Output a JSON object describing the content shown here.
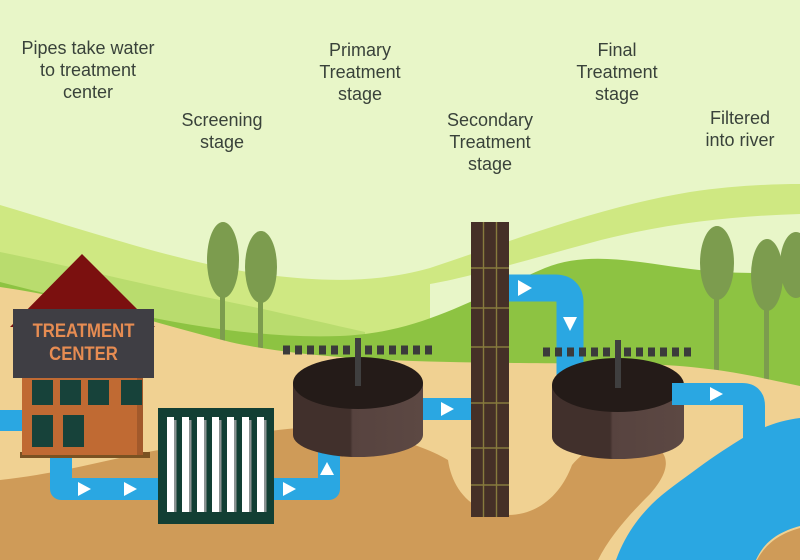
{
  "diagram": {
    "labels": [
      {
        "id": "pipes-to-center",
        "text": "Pipes take water\nto treatment\ncenter"
      },
      {
        "id": "screening-stage",
        "text": "Screening\nstage"
      },
      {
        "id": "primary-stage",
        "text": "Primary\nTreatment\nstage"
      },
      {
        "id": "secondary-stage",
        "text": "Secondary\nTreatment\nstage"
      },
      {
        "id": "final-stage",
        "text": "Final\nTreatment\nstage"
      },
      {
        "id": "filtered-into-river",
        "text": "Filtered\ninto river"
      }
    ],
    "building": {
      "sign_line1": "TREATMENT",
      "sign_line2": "CENTER"
    },
    "icons": {
      "flow_arrow": "▶"
    },
    "palette": {
      "pipe_blue": "#2AA7E2",
      "sky_pale_green": "#E8F6C8",
      "hill_lime": "#CFE882",
      "hill_mid_green": "#B9DC6E",
      "hill_bright_green": "#8DC342",
      "tree_olive": "#7C9C4E",
      "sand_light": "#F0D192",
      "sand_dark": "#CF9B58",
      "tank_body_brown": "#4F3B36",
      "tank_top_black": "#241B18",
      "tower_brown": "#453027",
      "roof_red": "#7B100F",
      "wall_orange": "#C06A33",
      "sign_gray": "#3F3E44",
      "sign_text_orange": "#E78C52",
      "screen_teal": "#123F34",
      "arrow_white": "#FFFFFF"
    }
  }
}
